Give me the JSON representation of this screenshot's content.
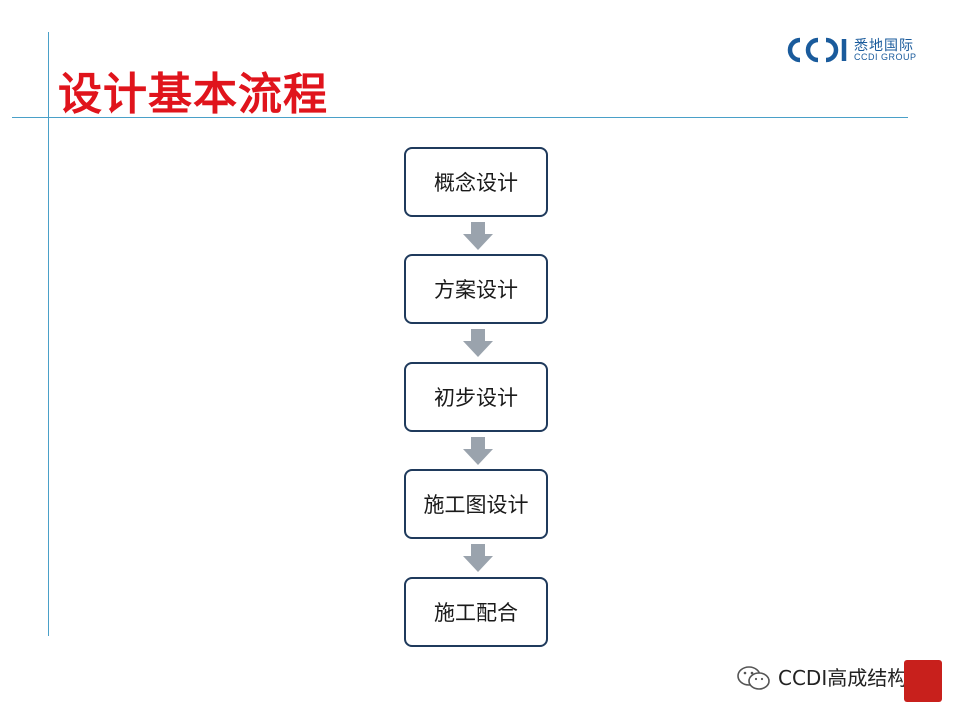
{
  "slide": {
    "title": "设计基本流程"
  },
  "logo": {
    "mark": "CCDI",
    "name_cn": "悉地国际",
    "name_en": "CCDI GROUP"
  },
  "flow": {
    "steps": [
      {
        "label": "概念设计"
      },
      {
        "label": "方案设计"
      },
      {
        "label": "初步设计"
      },
      {
        "label": "施工图设计"
      },
      {
        "label": "施工配合"
      }
    ]
  },
  "watermark": {
    "text": "CCDI高成结构"
  },
  "colors": {
    "title": "#e0141c",
    "rule": "#4aa0c8",
    "box_border": "#1f3a5c",
    "arrow": "#9aa3ad",
    "logo": "#1a5b9c",
    "seal": "#c8201c"
  }
}
